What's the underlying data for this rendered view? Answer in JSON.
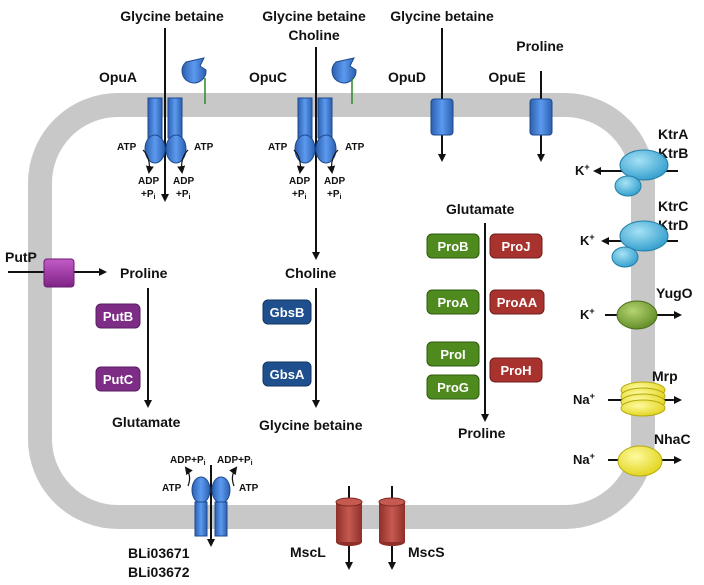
{
  "colors": {
    "membrane": "#c8c8c8",
    "abc_blue": "#3f7fd6",
    "opu_blue": "#3b79d0",
    "putp_purple": "#a03aa6",
    "pro_green": "#4e8a1e",
    "pro_red": "#a8322e",
    "gbs_blue": "#1f4f8c",
    "put_purple": "#7e2d86",
    "ktr_cyan": "#5bbfe0",
    "yugo_green": "#7ea63a",
    "na_yellow": "#f3ea3a",
    "msc_red": "#b5463e"
  },
  "labels": {
    "opua_substrate": "Glycine betaine",
    "opuc_substrate_1": "Glycine betaine",
    "opuc_substrate_2": "Choline",
    "opud_substrate": "Glycine betaine",
    "opue_substrate": "Proline",
    "opua": "OpuA",
    "opuc": "OpuC",
    "opud": "OpuD",
    "opue": "OpuE",
    "atp": "ATP",
    "adp": "ADP",
    "pi": "+P",
    "pi_sub": "i",
    "adp_pi": "ADP+P",
    "putp": "PutP",
    "proline_left": "Proline",
    "glutamate_left": "Glutamate",
    "choline_mid": "Choline",
    "glycine_betaine_mid": "Glycine betaine",
    "glutamate_right": "Glutamate",
    "proline_right": "Proline",
    "ktra": "KtrA",
    "ktrb": "KtrB",
    "ktrc": "KtrC",
    "ktrd": "KtrD",
    "yugo": "YugO",
    "mrp": "Mrp",
    "nhac": "NhaC",
    "k": "K",
    "na": "Na",
    "plus": "+",
    "bli1": "BLi03671",
    "bli2": "BLi03672",
    "mscl": "MscL",
    "mscs": "MscS"
  },
  "enzymes": {
    "putb": "PutB",
    "putc": "PutC",
    "gbsb": "GbsB",
    "gbsa": "GbsA",
    "prob": "ProB",
    "proj": "ProJ",
    "proa": "ProA",
    "proaa": "ProAA",
    "proi": "ProI",
    "prog": "ProG",
    "proh": "ProH"
  }
}
